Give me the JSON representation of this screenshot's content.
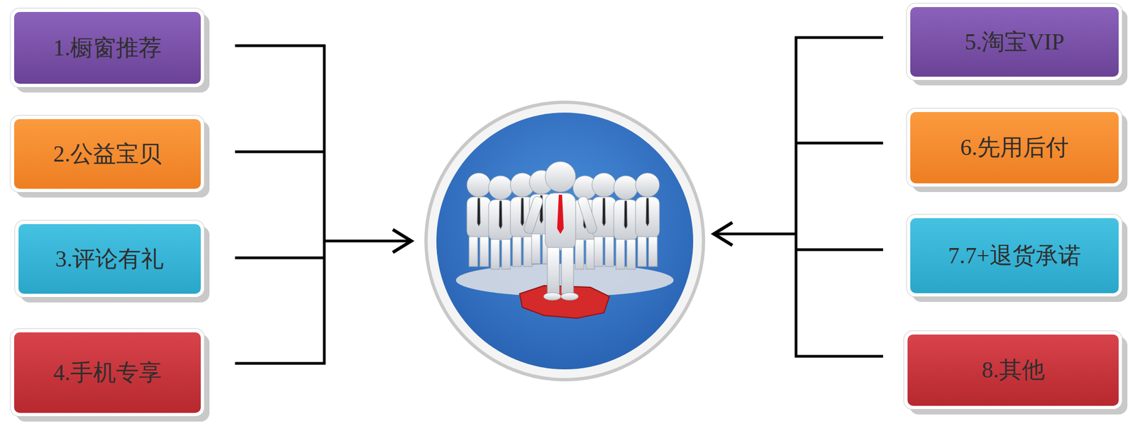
{
  "diagram": {
    "nodes": [
      {
        "text": [
          "1.橱窗推荐"
        ]
      },
      {
        "text": [
          "2.公益宝贝"
        ]
      },
      {
        "text": [
          "3.评论有礼"
        ]
      },
      {
        "text": [
          "4.手机专享"
        ]
      },
      {
        "text": [
          "5.淘宝VIP"
        ]
      },
      {
        "text": [
          "6.先用后付"
        ]
      },
      {
        "text": [
          "7.7+退货承诺"
        ]
      },
      {
        "text": [
          "8.其他"
        ]
      }
    ]
  }
}
